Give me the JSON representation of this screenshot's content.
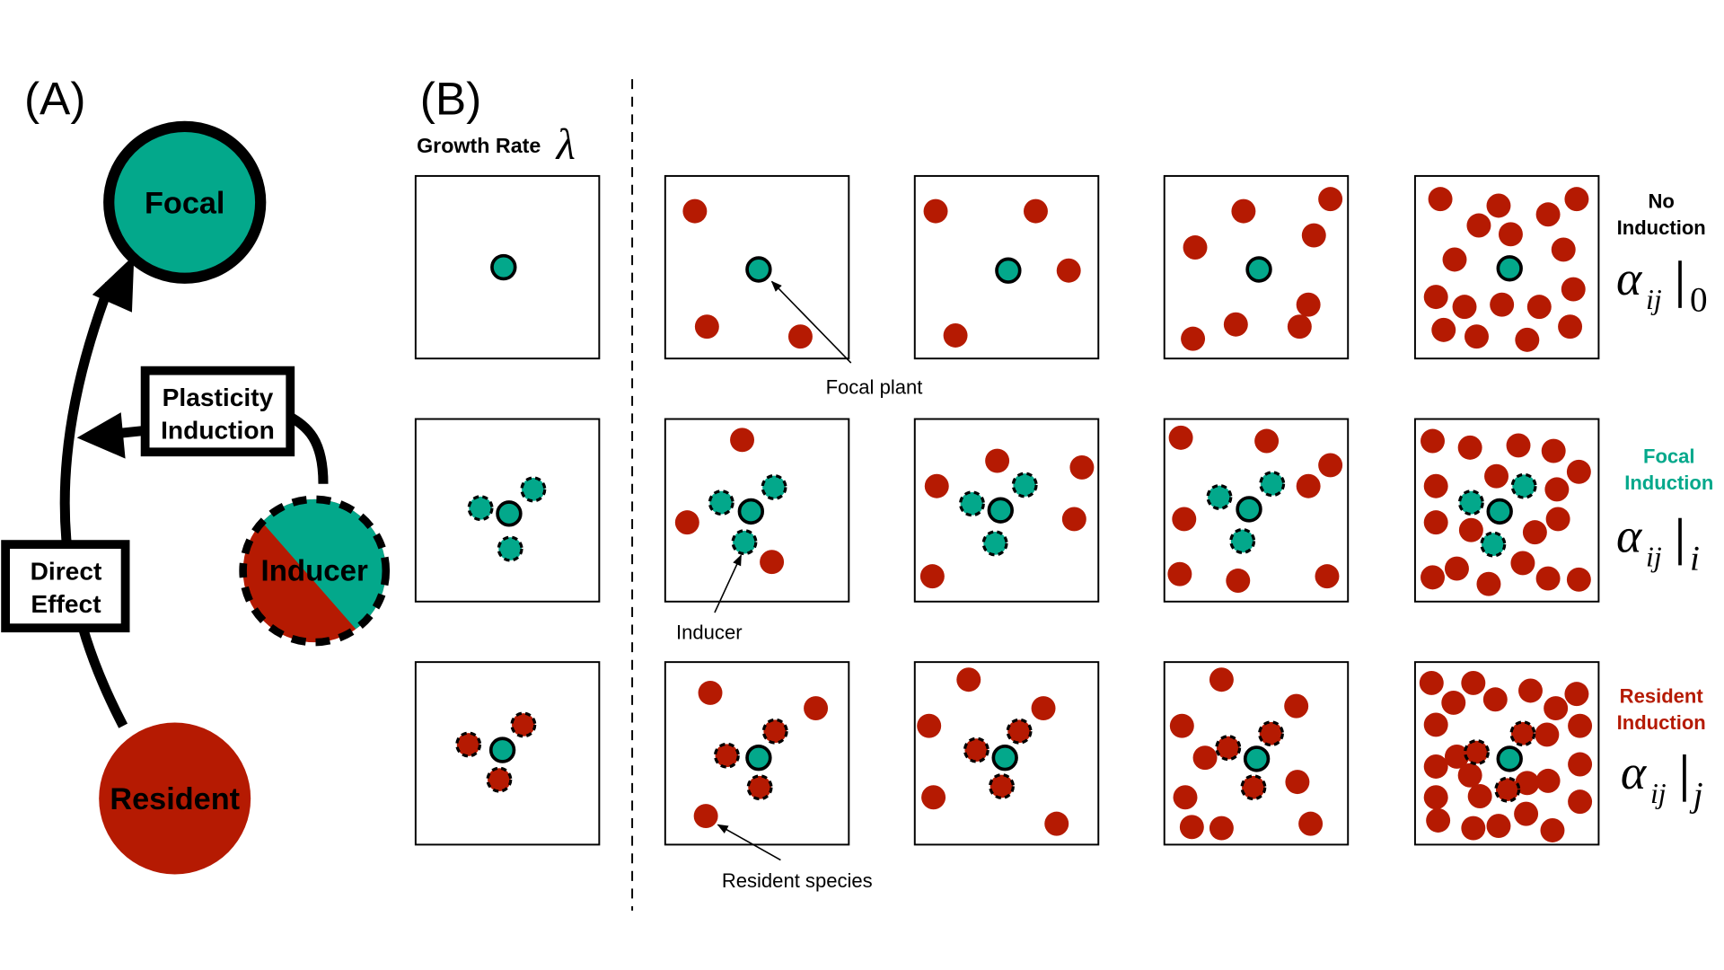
{
  "colors": {
    "focal": "#03a88b",
    "resident": "#b51a02",
    "ink": "#000000",
    "background": "#ffffff"
  },
  "panel_a": {
    "label": "(A)",
    "nodes": {
      "focal": "Focal",
      "inducer": "Inducer",
      "resident": "Resident"
    },
    "boxes": {
      "plasticity_line1": "Plasticity",
      "plasticity_line2": "Induction",
      "direct_line1": "Direct",
      "direct_line2": "Effect"
    }
  },
  "panel_b": {
    "label": "(B)",
    "growth_rate_label": "Growth Rate",
    "growth_rate_symbol": "λ",
    "annotations": {
      "focal_plant": "Focal plant",
      "inducer": "Inducer",
      "resident_species": "Resident species"
    },
    "rows": [
      {
        "name": "no-induction",
        "title_line1": "No",
        "title_line2": "Induction",
        "title_color": "#000000",
        "coef_symbol": "α",
        "coef_sub": "ij",
        "coef_cond": "0",
        "inducer_type": "none",
        "resident_counts": [
          0,
          3,
          4,
          8,
          17
        ]
      },
      {
        "name": "focal-induction",
        "title_line1": "Focal",
        "title_line2": "Induction",
        "title_color": "#03a88b",
        "coef_symbol": "α",
        "coef_sub": "ij",
        "coef_cond": "i",
        "inducer_type": "focal",
        "resident_counts": [
          0,
          3,
          5,
          9,
          18
        ]
      },
      {
        "name": "resident-induction",
        "title_line1": "Resident",
        "title_line2": "Induction",
        "title_color": "#b51a02",
        "coef_symbol": "α",
        "coef_sub": "ij",
        "coef_cond": "j",
        "inducer_type": "resident",
        "resident_counts": [
          0,
          4,
          5,
          9,
          24
        ]
      }
    ]
  }
}
